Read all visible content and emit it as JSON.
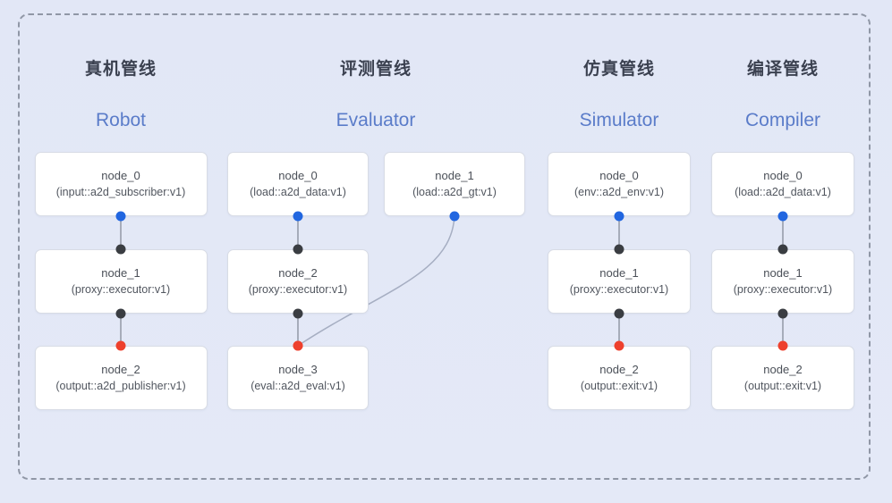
{
  "colors": {
    "blue": "#2166e0",
    "dark": "#3a3d42",
    "red": "#ee402d",
    "edge_line": "#8d93a0",
    "edge_curve": "#a6aec2"
  },
  "pipelines": [
    {
      "id": "robot",
      "title_zh": "真机管线",
      "title_en": "Robot",
      "nodes": [
        {
          "name": "node_0",
          "type": "(input::a2d_subscriber:v1)"
        },
        {
          "name": "node_1",
          "type": "(proxy::executor:v1)"
        },
        {
          "name": "node_2",
          "type": "(output::a2d_publisher:v1)"
        }
      ],
      "edges": [
        {
          "from": 0,
          "to": 1,
          "from_port": "blue",
          "to_port": "dark",
          "shape": "line"
        },
        {
          "from": 1,
          "to": 2,
          "from_port": "dark",
          "to_port": "red",
          "shape": "line"
        }
      ]
    },
    {
      "id": "evaluator",
      "title_zh": "评测管线",
      "title_en": "Evaluator",
      "nodes": [
        {
          "name": "node_0",
          "type": "(load::a2d_data:v1)"
        },
        {
          "name": "node_1",
          "type": "(load::a2d_gt:v1)"
        },
        {
          "name": "node_2",
          "type": "(proxy::executor:v1)"
        },
        {
          "name": "node_3",
          "type": "(eval::a2d_eval:v1)"
        }
      ],
      "edges": [
        {
          "from": 0,
          "to": 2,
          "from_port": "blue",
          "to_port": "dark",
          "shape": "line"
        },
        {
          "from": 2,
          "to": 3,
          "from_port": "dark",
          "to_port": "red",
          "shape": "line"
        },
        {
          "from": 1,
          "to": 3,
          "from_port": "blue",
          "to_port": "red",
          "shape": "curve"
        }
      ]
    },
    {
      "id": "simulator",
      "title_zh": "仿真管线",
      "title_en": "Simulator",
      "nodes": [
        {
          "name": "node_0",
          "type": "(env::a2d_env:v1)"
        },
        {
          "name": "node_1",
          "type": "(proxy::executor:v1)"
        },
        {
          "name": "node_2",
          "type": "(output::exit:v1)"
        }
      ],
      "edges": [
        {
          "from": 0,
          "to": 1,
          "from_port": "blue",
          "to_port": "dark",
          "shape": "line"
        },
        {
          "from": 1,
          "to": 2,
          "from_port": "dark",
          "to_port": "red",
          "shape": "line"
        }
      ]
    },
    {
      "id": "compiler",
      "title_zh": "编译管线",
      "title_en": "Compiler",
      "nodes": [
        {
          "name": "node_0",
          "type": "(load::a2d_data:v1)"
        },
        {
          "name": "node_1",
          "type": "(proxy::executor:v1)"
        },
        {
          "name": "node_2",
          "type": "(output::exit:v1)"
        }
      ],
      "edges": [
        {
          "from": 0,
          "to": 1,
          "from_port": "blue",
          "to_port": "dark",
          "shape": "line"
        },
        {
          "from": 1,
          "to": 2,
          "from_port": "dark",
          "to_port": "red",
          "shape": "line"
        }
      ]
    }
  ]
}
